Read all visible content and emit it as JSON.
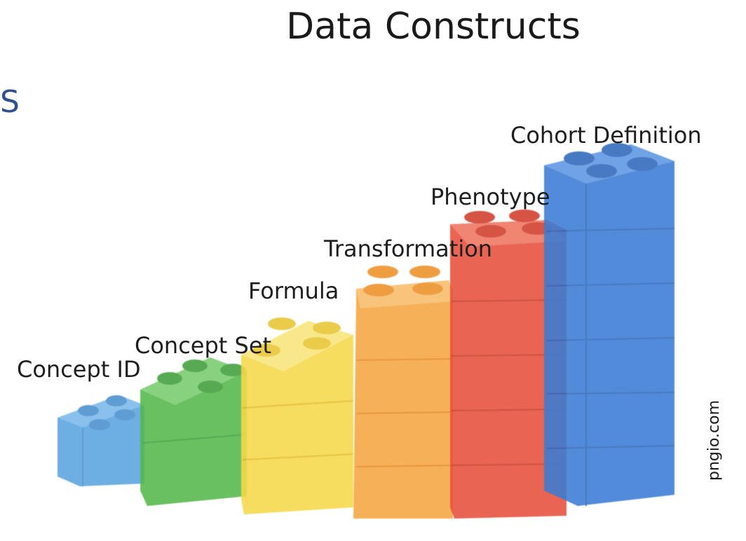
{
  "slide": {
    "title": "Data Constructs",
    "edge_text": "S"
  },
  "blocks": [
    {
      "label": "Concept ID",
      "color": "#5aa3e0",
      "stud_color": "#4a8fce"
    },
    {
      "label": "Concept Set",
      "color": "#55b84c",
      "stud_color": "#3f9f3a"
    },
    {
      "label": "Formula",
      "color": "#f5d84a",
      "stud_color": "#e8c432"
    },
    {
      "label": "Transformation",
      "color": "#f5a640",
      "stud_color": "#ec9128"
    },
    {
      "label": "Phenotype",
      "color": "#e6503a",
      "stud_color": "#d13e2c"
    },
    {
      "label": "Cohort Definition",
      "color": "#3a7cd4",
      "stud_color": "#2e67bb"
    }
  ],
  "watermark": "pngio.com"
}
